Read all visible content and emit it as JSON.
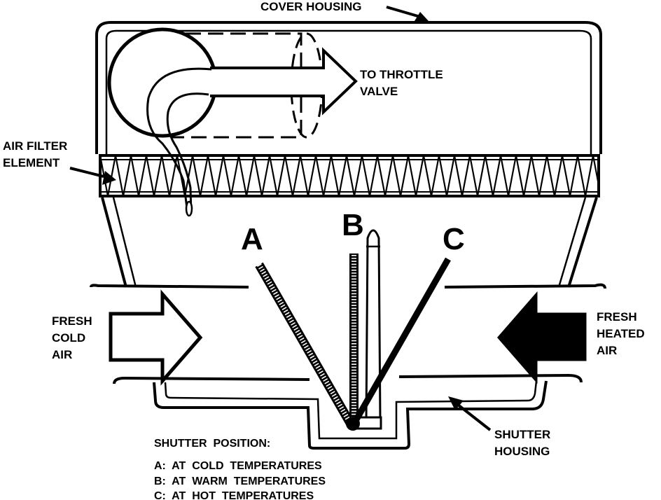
{
  "labels": {
    "cover_housing": "COVER HOUSING",
    "to_throttle_valve": [
      "TO THROTTLE",
      "VALVE"
    ],
    "air_filter_element": [
      "AIR FILTER",
      "ELEMENT"
    ],
    "shutter_a": "A",
    "shutter_b": "B",
    "shutter_c": "C",
    "fresh_cold_air": [
      "FRESH",
      "COLD",
      "AIR"
    ],
    "fresh_heated_air": [
      "FRESH",
      "HEATED",
      "AIR"
    ],
    "shutter_housing": [
      "SHUTTER",
      "HOUSING"
    ]
  },
  "legend": {
    "title": "SHUTTER  POSITION:",
    "items": [
      "A:  AT  COLD  TEMPERATURES",
      "B:  AT  WARM  TEMPERATURES",
      "C:  AT  HOT  TEMPERATURES"
    ]
  },
  "colors": {
    "ink": "#000000",
    "paper": "#ffffff"
  }
}
